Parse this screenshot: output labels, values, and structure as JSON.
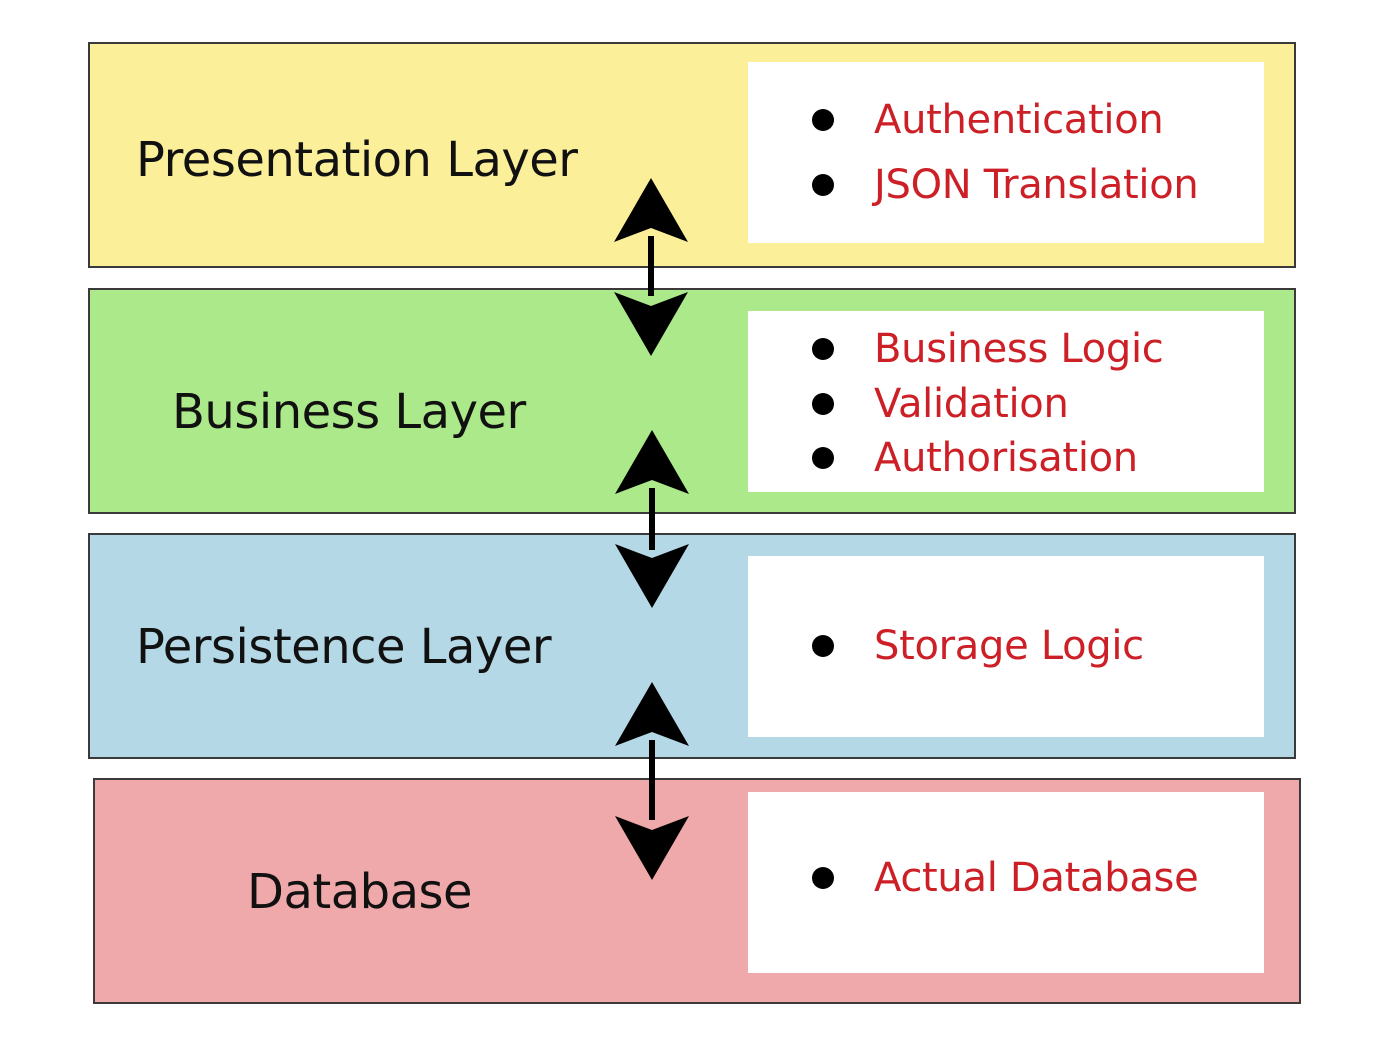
{
  "colors": {
    "presentation": "#fbef99",
    "business": "#ace98a",
    "persistence": "#b5d8e6",
    "database": "#f0a9aa",
    "item_text": "#cc1f26",
    "arrow": "#000000"
  },
  "layers": [
    {
      "title": "Presentation Layer",
      "items": [
        "Authentication",
        "JSON Translation"
      ]
    },
    {
      "title": "Business Layer",
      "items": [
        "Business Logic",
        "Validation",
        "Authorisation"
      ]
    },
    {
      "title": "Persistence Layer",
      "items": [
        "Storage Logic"
      ]
    },
    {
      "title": "Database",
      "items": [
        "Actual Database"
      ]
    }
  ]
}
